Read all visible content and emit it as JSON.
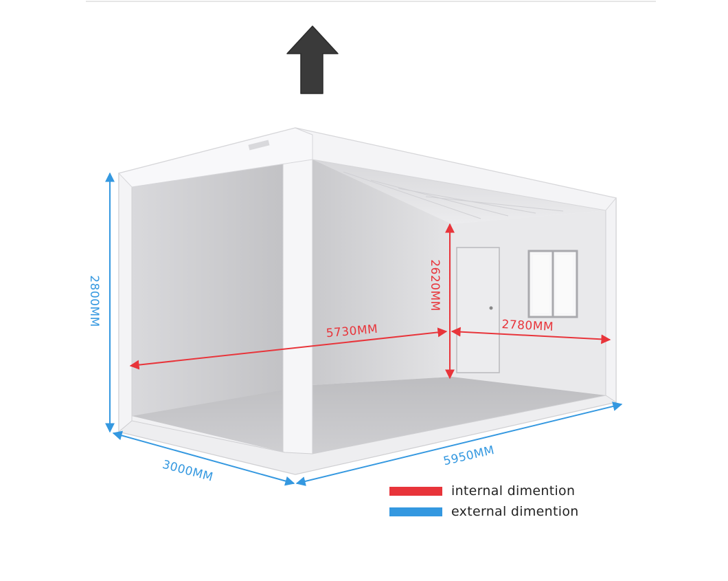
{
  "colors": {
    "internal": "#e8343a",
    "external": "#3498e0",
    "arrow_icon": "#3a3a3a"
  },
  "icons": {
    "top_arrow": "up-arrow-icon"
  },
  "dimensions": {
    "internal_length": "5730MM",
    "internal_width": "2780MM",
    "internal_height": "2620MM",
    "external_length": "5950MM",
    "external_width": "3000MM",
    "external_height": "2800MM"
  },
  "legend": {
    "internal_label": "internal dimention",
    "external_label": "external dimention"
  }
}
